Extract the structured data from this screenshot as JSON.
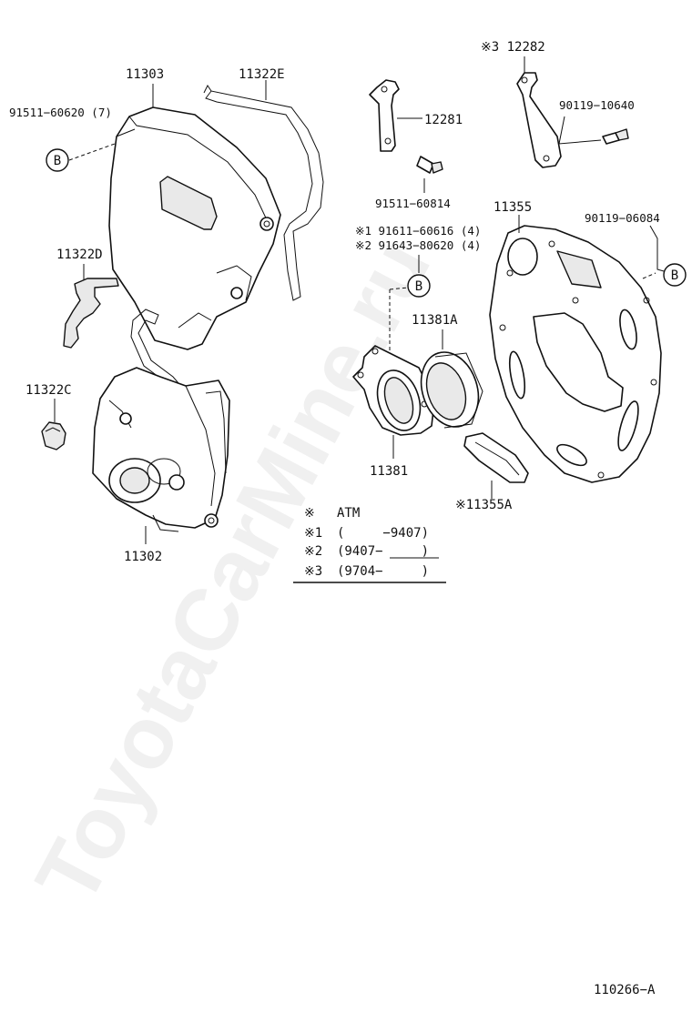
{
  "parts": {
    "p11303": "11303",
    "p11322E": "11322E",
    "p91511_60620": "91511−60620 (7)",
    "p11322D": "11322D",
    "p11322C": "11322C",
    "p11302": "11302",
    "p12281": "12281",
    "p91511_60814": "91511−60814",
    "p12282": "※3 12282",
    "p90119_10640": "90119−10640",
    "p11355": "11355",
    "p90119_06084": "90119−06084",
    "p91611": "※1 91611−60616 (4)",
    "p91643": "※2 91643−80620 (4)",
    "p11381A": "11381A",
    "p11381": "11381",
    "p11355A": "※11355A"
  },
  "refs": {
    "b": "B"
  },
  "legend": {
    "rows": [
      {
        "mark": "※",
        "text": "ATM"
      },
      {
        "mark": "※1",
        "text": "(　　　−9407)"
      },
      {
        "mark": "※2",
        "text": "(9407−　　　)"
      },
      {
        "mark": "※3",
        "text": "(9704−　　　)"
      }
    ]
  },
  "diagram_id": "110266−A",
  "watermark": "ToyotaCarMine.ru"
}
